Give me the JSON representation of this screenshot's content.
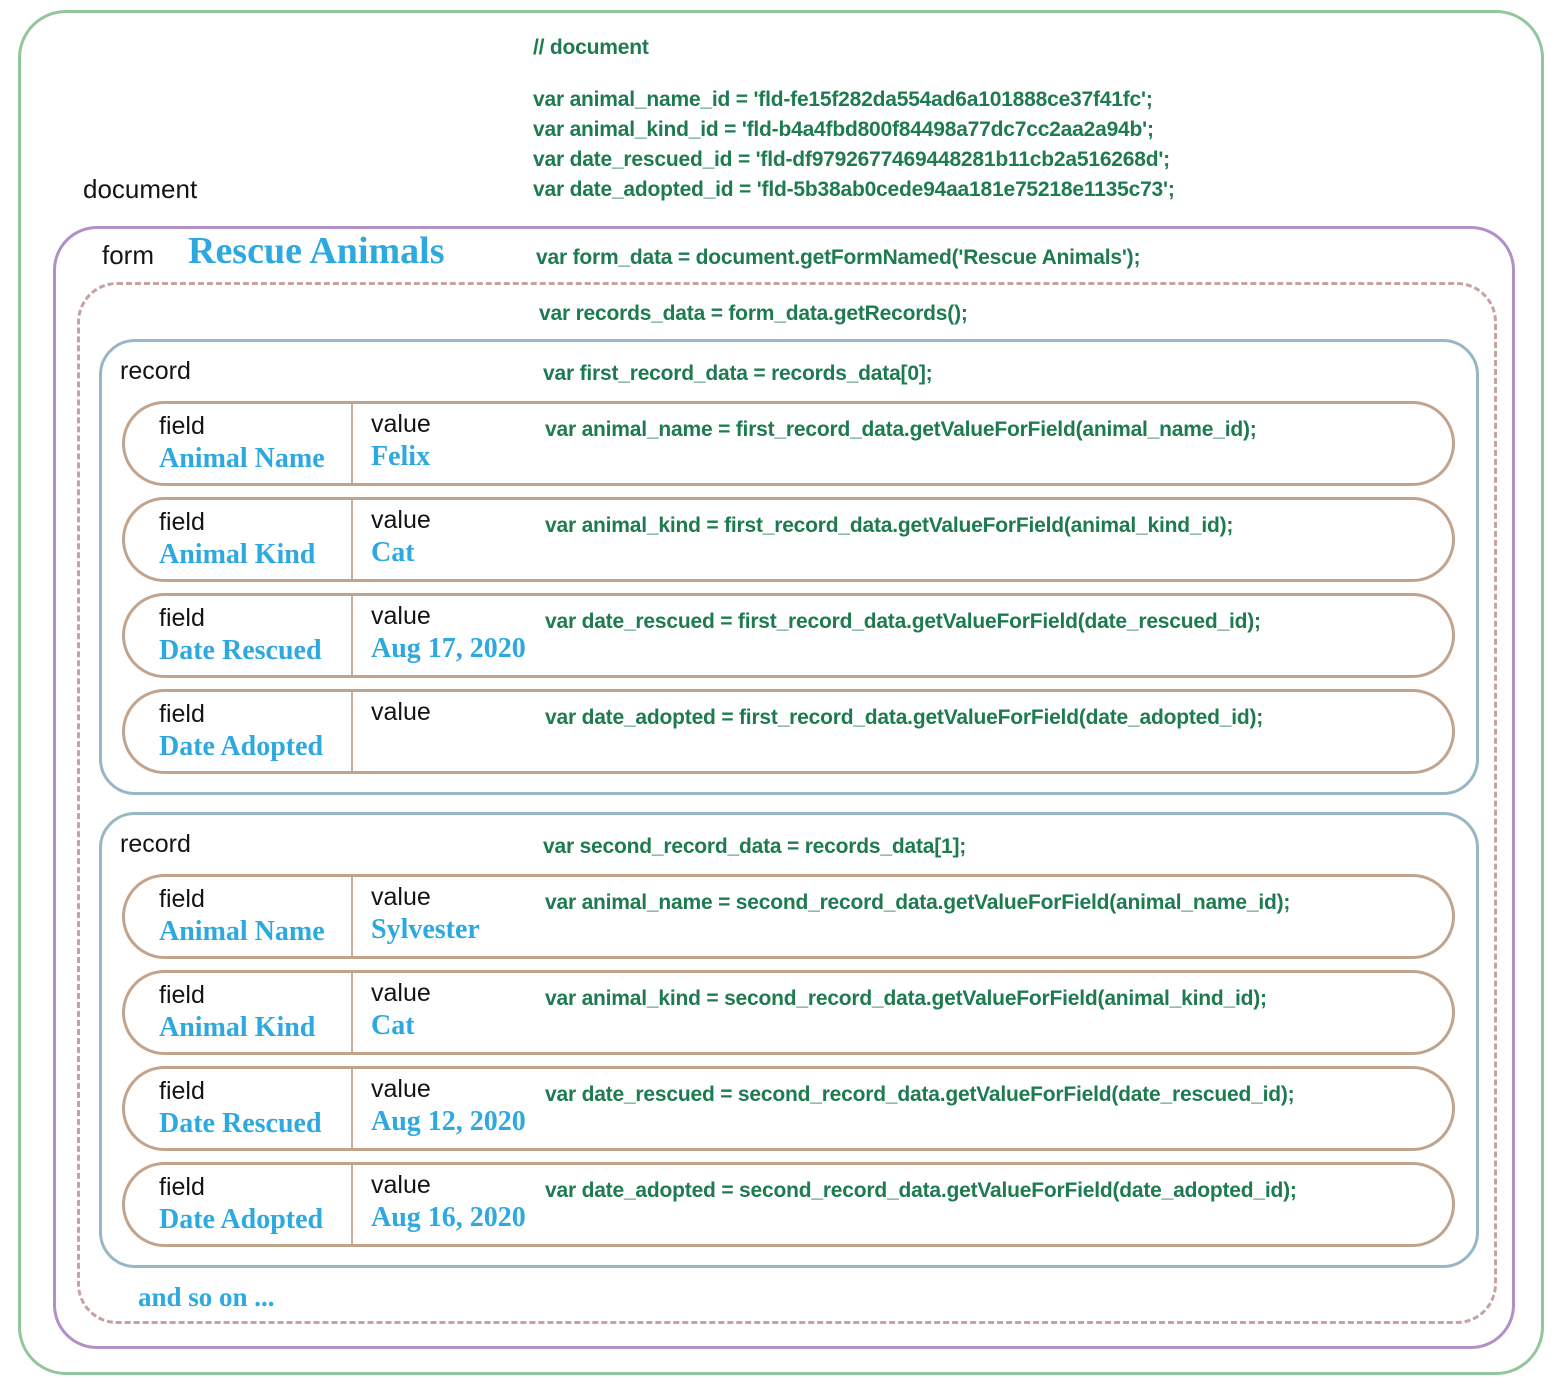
{
  "labels": {
    "document": "document",
    "form": "form",
    "record": "record",
    "field": "field",
    "value": "value"
  },
  "colors": {
    "document_border": "#92c69c",
    "form_border": "#b18fc7",
    "inner_dashed_border": "#c8a2a2",
    "record_border": "#97b7c6",
    "field_border": "#c2a48d",
    "code_text": "#1e7b50",
    "accent_blue": "#2ea9e0",
    "label_text": "#141414"
  },
  "code": {
    "comment": "// document",
    "id_lines": [
      "var animal_name_id = 'fld-fe15f282da554ad6a101888ce37f41fc';",
      "var animal_kind_id = 'fld-b4a4fbd800f84498a77dc7cc2aa2a94b';",
      "var date_rescued_id = 'fld-df9792677469448281b11cb2a516268d';",
      "var date_adopted_id = 'fld-5b38ab0cede94aa181e75218e1135c73';"
    ],
    "form_line": "var form_data = document.getFormNamed('Rescue Animals');",
    "records_line": "var records_data = form_data.getRecords();"
  },
  "form": {
    "name": "Rescue Animals",
    "more": "and so on ...",
    "records": [
      {
        "code": "var first_record_data = records_data[0];",
        "fields": [
          {
            "name": "Animal Name",
            "value": "Felix",
            "code": "var animal_name = first_record_data.getValueForField(animal_name_id);"
          },
          {
            "name": "Animal Kind",
            "value": "Cat",
            "code": "var animal_kind = first_record_data.getValueForField(animal_kind_id);"
          },
          {
            "name": "Date Rescued",
            "value": "Aug 17, 2020",
            "code": "var date_rescued = first_record_data.getValueForField(date_rescued_id);"
          },
          {
            "name": "Date Adopted",
            "value": "",
            "code": "var date_adopted = first_record_data.getValueForField(date_adopted_id);"
          }
        ]
      },
      {
        "code": "var second_record_data = records_data[1];",
        "fields": [
          {
            "name": "Animal Name",
            "value": "Sylvester",
            "code": "var animal_name = second_record_data.getValueForField(animal_name_id);"
          },
          {
            "name": "Animal Kind",
            "value": "Cat",
            "code": "var animal_kind = second_record_data.getValueForField(animal_kind_id);"
          },
          {
            "name": "Date Rescued",
            "value": "Aug 12, 2020",
            "code": "var date_rescued = second_record_data.getValueForField(date_rescued_id);"
          },
          {
            "name": "Date Adopted",
            "value": "Aug 16, 2020",
            "code": "var date_adopted = second_record_data.getValueForField(date_adopted_id);"
          }
        ]
      }
    ]
  }
}
